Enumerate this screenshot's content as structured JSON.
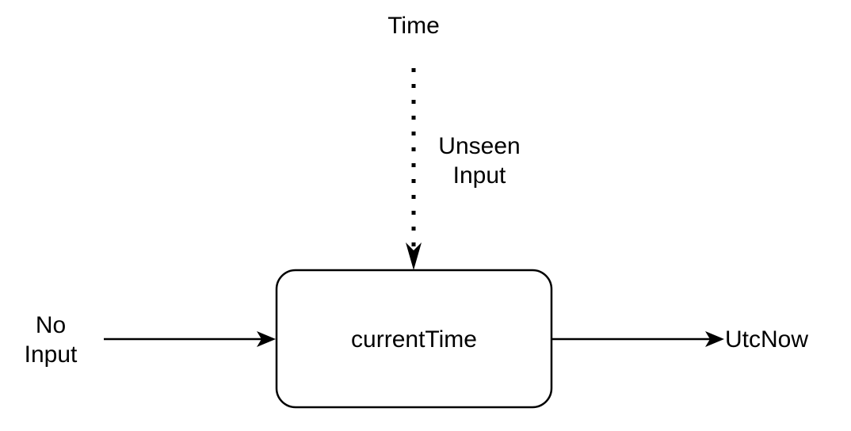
{
  "diagram": {
    "source": "Time",
    "edge_label": [
      "Unseen",
      "Input"
    ],
    "input_label": [
      "No",
      "Input"
    ],
    "process": "currentTime",
    "output": "UtcNow"
  },
  "colors": {
    "stroke": "#000000",
    "background": "#ffffff"
  }
}
